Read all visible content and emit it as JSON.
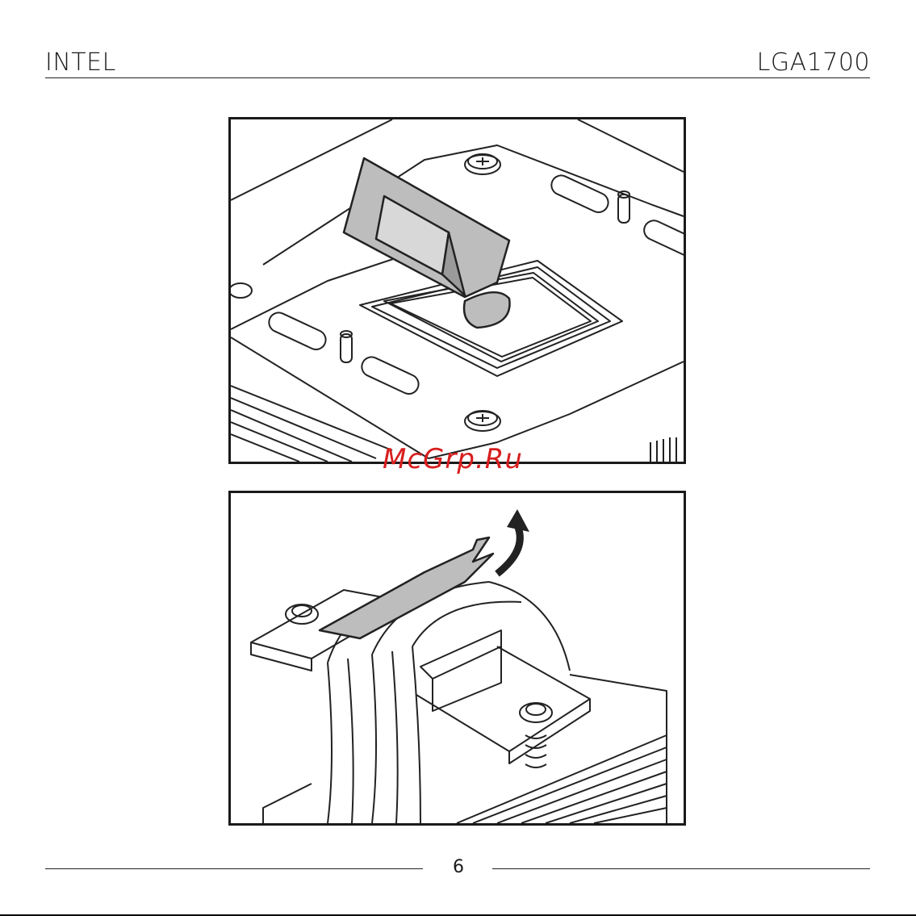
{
  "header": {
    "left": "INTEL",
    "right": "LGA1700"
  },
  "watermark": "McGrp.Ru",
  "footer": {
    "page_number": "6"
  },
  "figures": [
    {
      "id": "top",
      "icon": "thermal-pad-peel-illustration"
    },
    {
      "id": "bottom",
      "icon": "cooler-base-film-removal-illustration"
    }
  ]
}
